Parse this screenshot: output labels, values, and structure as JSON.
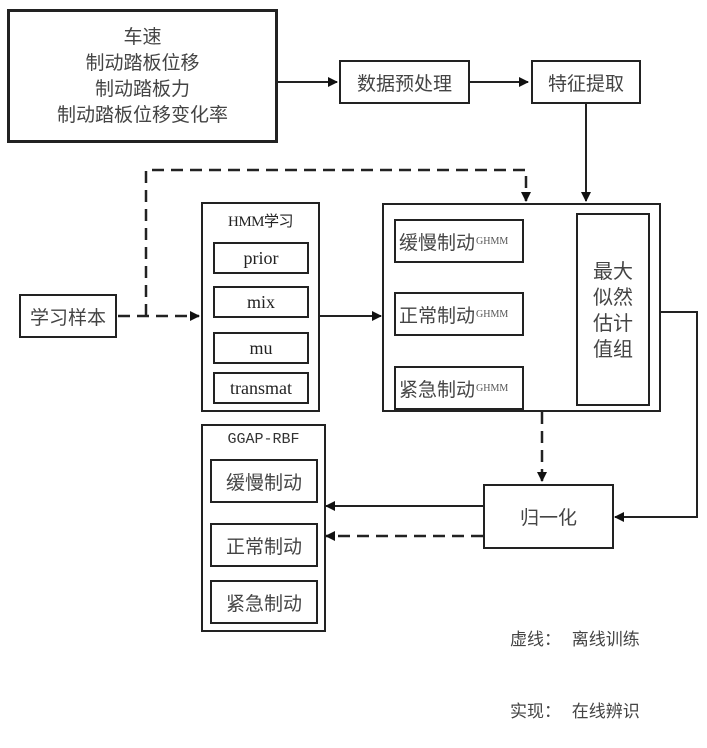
{
  "inputs_box": {
    "lines": [
      "车速",
      "制动踏板位移",
      "制动踏板力",
      "制动踏板位移变化率"
    ]
  },
  "preprocess": "数据预处理",
  "feature_extraction": "特征提取",
  "learning_samples": "学习样本",
  "hmm_learning": {
    "title": "HMM学习",
    "params": [
      "prior",
      "mix",
      "mu",
      "transmat"
    ]
  },
  "ghmm_group": {
    "models": [
      {
        "label": "缓慢制动",
        "suffix": "GHMM"
      },
      {
        "label": "正常制动",
        "suffix": "GHMM"
      },
      {
        "label": "紧急制动",
        "suffix": "GHMM"
      }
    ],
    "max_likelihood": [
      "最大",
      "似然",
      "估计",
      "值组"
    ]
  },
  "normalize": "归一化",
  "ggap_rbf": {
    "title": "GGAP-RBF",
    "classes": [
      "缓慢制动",
      "正常制动",
      "紧急制动"
    ]
  },
  "legend": {
    "dashed": "虚线：  离线训练",
    "solid": "实现：  在线辨识"
  }
}
